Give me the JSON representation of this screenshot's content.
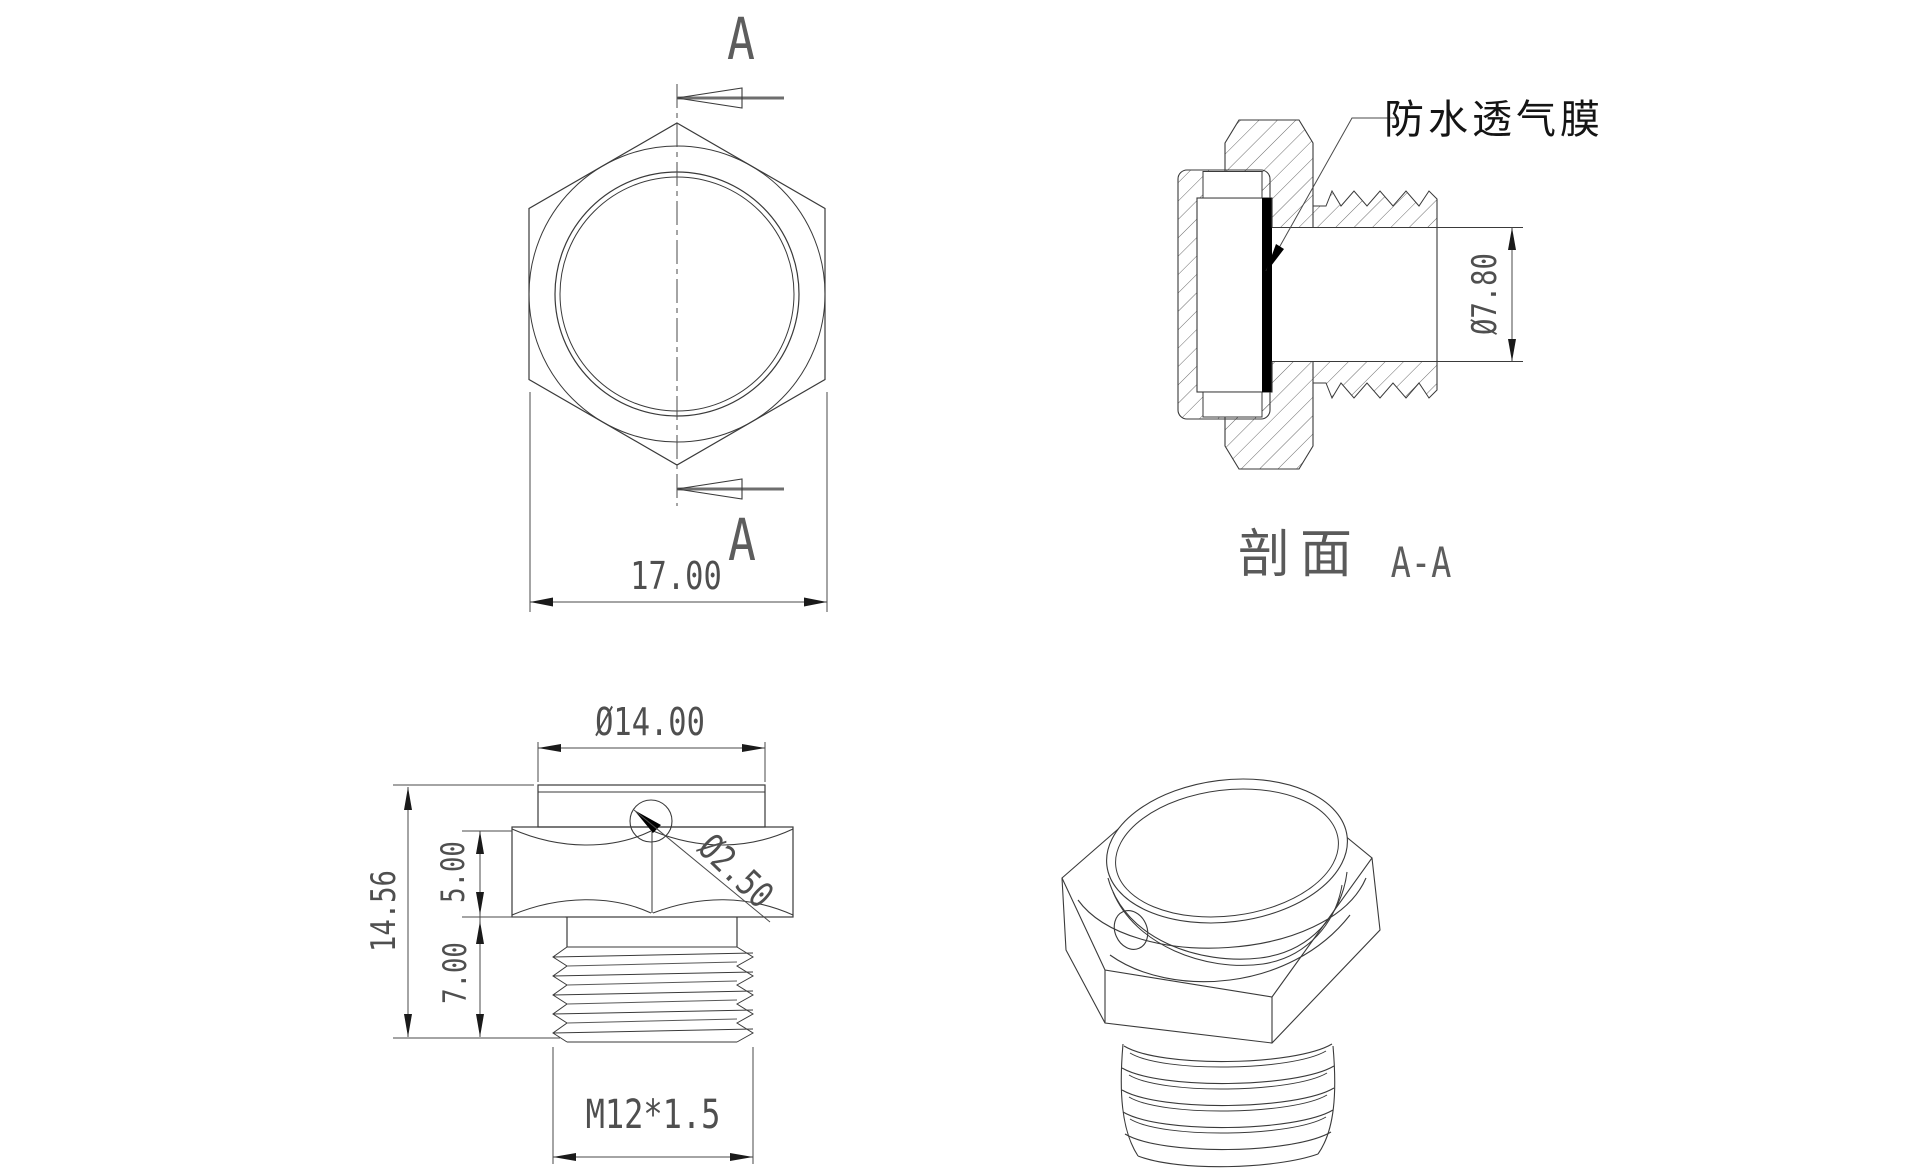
{
  "drawing": {
    "colors": {
      "background": "#ffffff",
      "line": "#3a3a3a",
      "dimension_text": "#4f4f4f",
      "cjk_text": "#141414",
      "membrane_fill": "#000000"
    },
    "views": {
      "front": {
        "section_label_top": "A",
        "section_label_bottom": "A",
        "across_flats_dim": "17.00"
      },
      "section": {
        "membrane_label": "防水透气膜",
        "membrane_dia_dim": "Ø7.80",
        "caption": "剖面",
        "caption_ref": "A-A"
      },
      "side": {
        "cap_dia_dim": "Ø14.00",
        "overall_height_dim": "14.56",
        "head_height_dim": "5.00",
        "thread_length_dim": "7.00",
        "vent_hole_dia_dim": "Ø2.50",
        "thread_spec": "M12*1.5"
      }
    }
  }
}
